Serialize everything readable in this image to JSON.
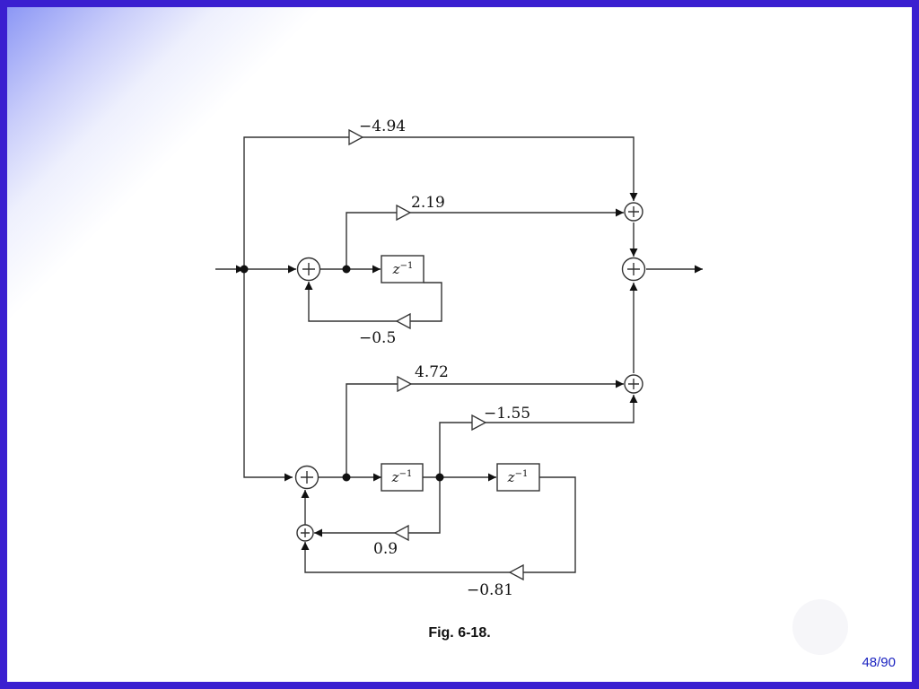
{
  "diagram": {
    "coefficients": {
      "top_feedforward": "−4.94",
      "first_section_forward": "2.19",
      "first_section_feedback": "−0.5",
      "second_section_forward_a": "4.72",
      "second_section_forward_b": "−1.55",
      "second_section_feedback_a": "0.9",
      "second_section_feedback_b": "−0.81"
    },
    "delay_element": {
      "base": "z",
      "exponent": "−1"
    }
  },
  "caption": "Fig. 6-18.",
  "page_indicator": "48/90",
  "colors": {
    "frame": "#3a1fd0",
    "page_number": "#1a22c0",
    "line": "#222222"
  }
}
